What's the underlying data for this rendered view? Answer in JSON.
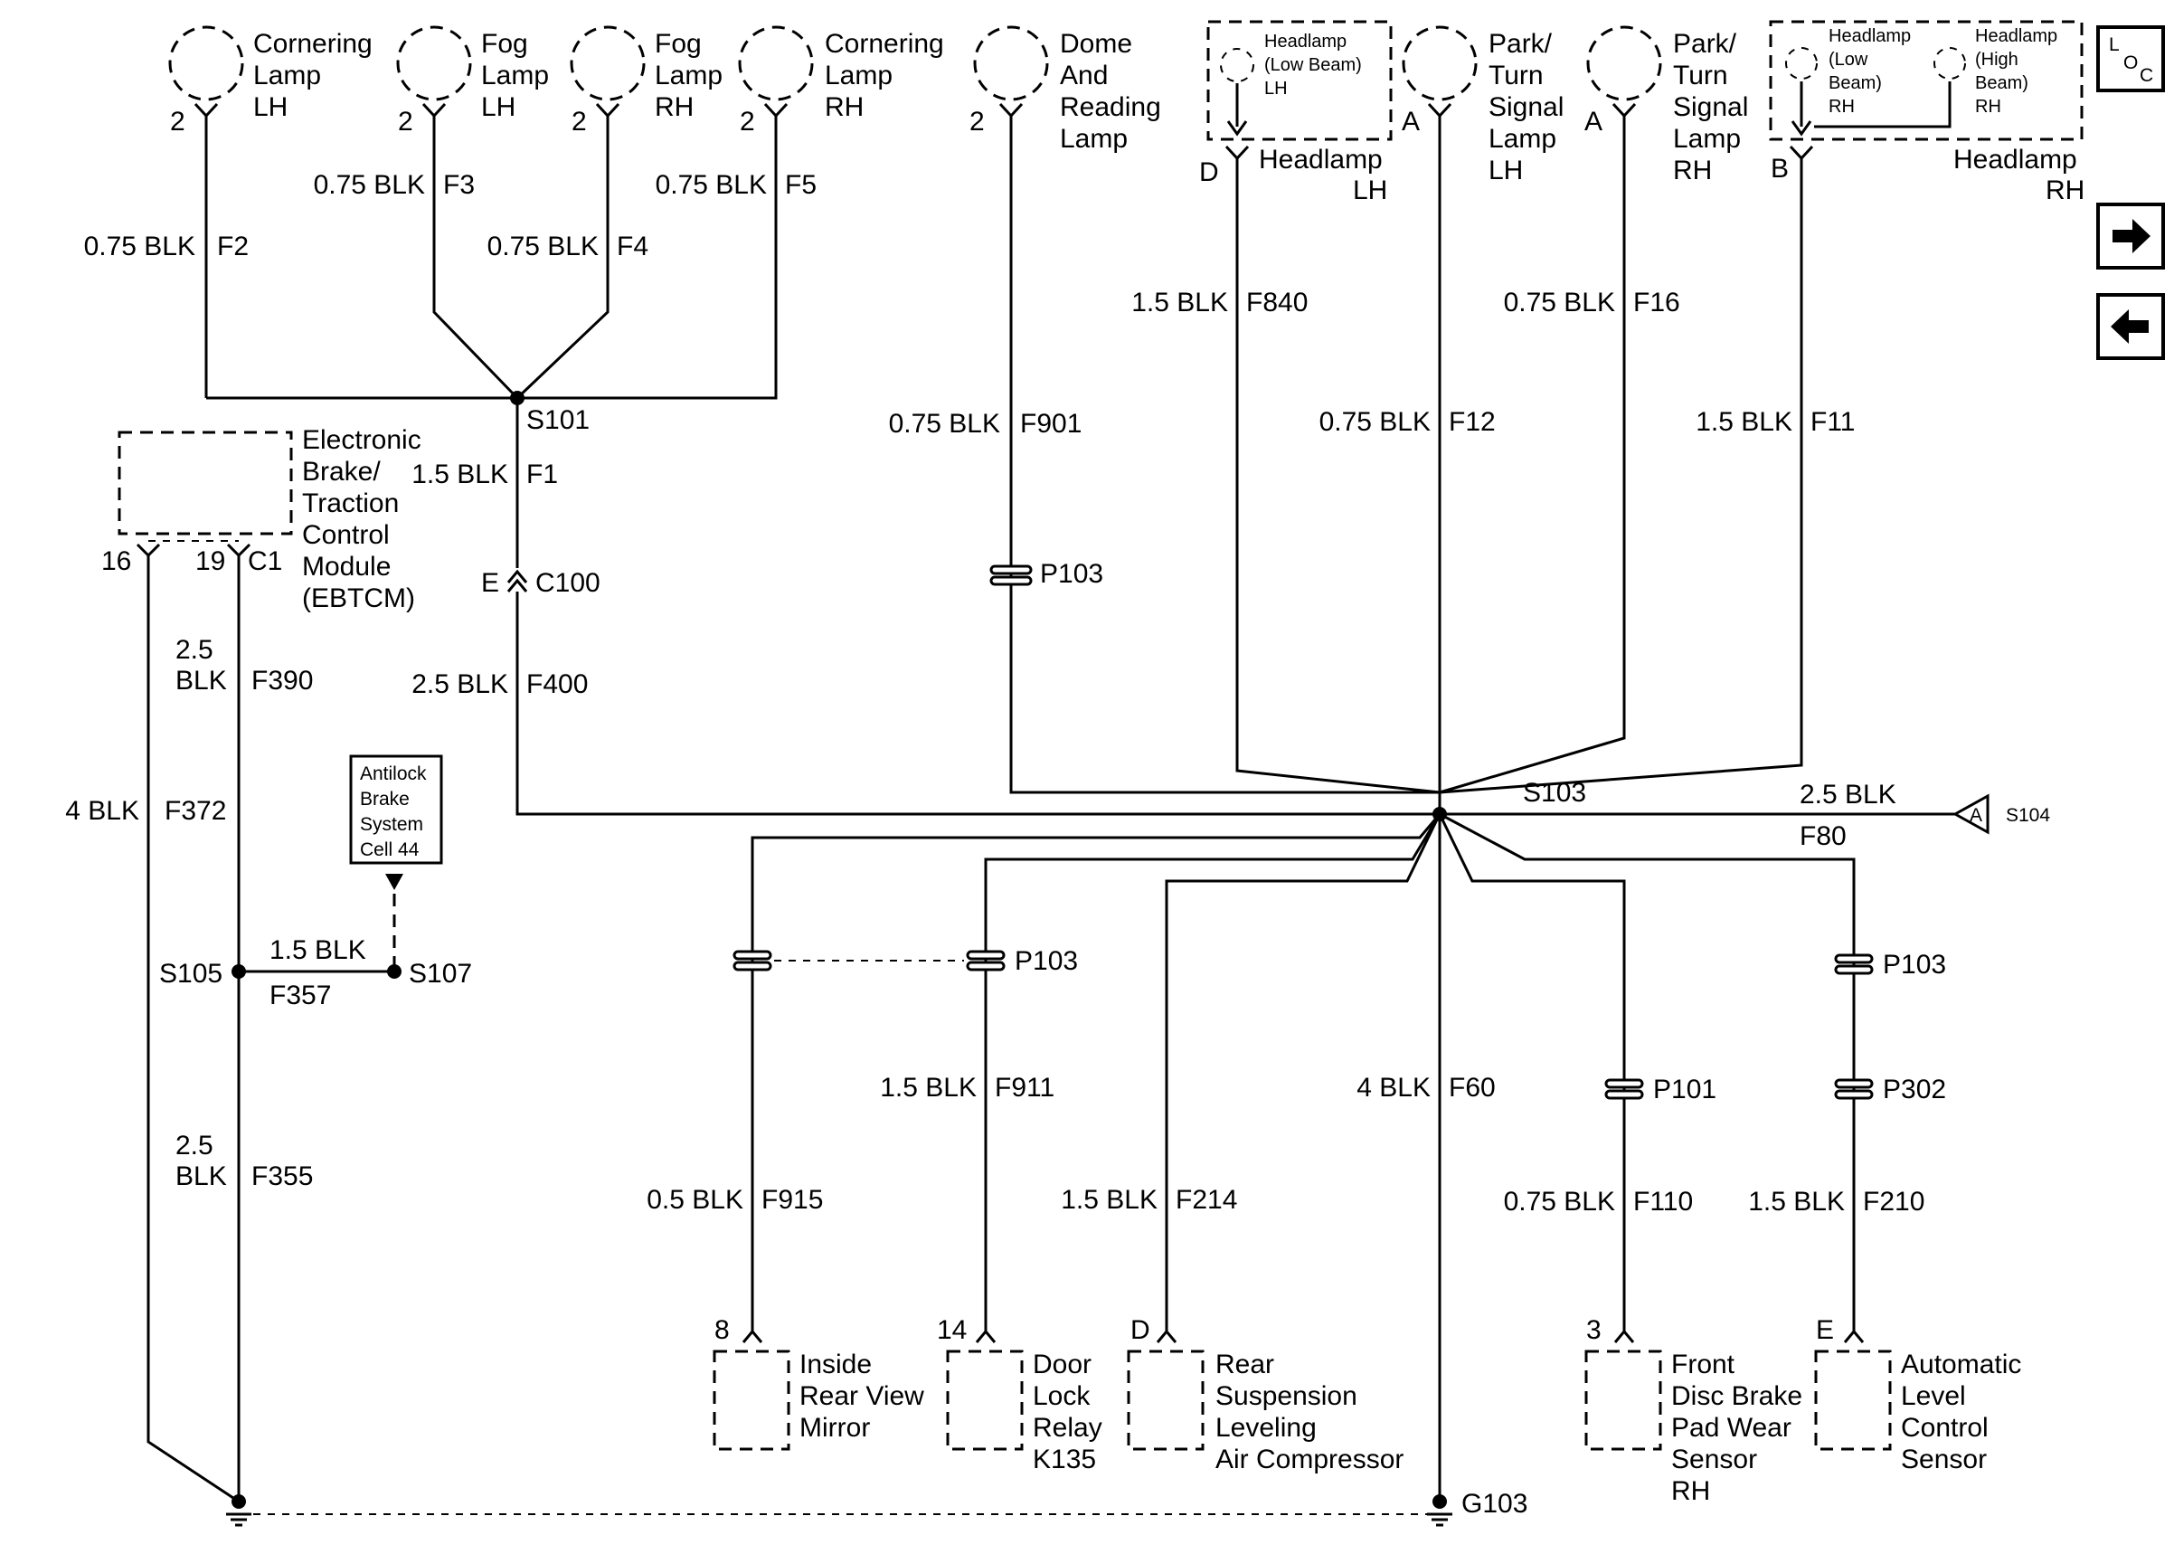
{
  "components": {
    "cornering_lh": [
      "Cornering",
      "Lamp",
      "LH"
    ],
    "fog_lh": [
      "Fog",
      "Lamp",
      "LH"
    ],
    "fog_rh": [
      "Fog",
      "Lamp",
      "RH"
    ],
    "cornering_rh": [
      "Cornering",
      "Lamp",
      "RH"
    ],
    "dome": [
      "Dome",
      "And",
      "Reading",
      "Lamp"
    ],
    "headlamp_lh_inner": [
      "Headlamp",
      "(Low Beam)",
      "LH"
    ],
    "headlamp_lh_label": [
      "Headlamp",
      "LH"
    ],
    "park_lh": [
      "Park/",
      "Turn",
      "Signal",
      "Lamp",
      "LH"
    ],
    "park_rh": [
      "Park/",
      "Turn",
      "Signal",
      "Lamp",
      "RH"
    ],
    "headlamp_rh_low": [
      "Headlamp",
      "(Low",
      "Beam)",
      "RH"
    ],
    "headlamp_rh_high": [
      "Headlamp",
      "(High",
      "Beam)",
      "RH"
    ],
    "headlamp_rh_label": [
      "Headlamp",
      "RH"
    ],
    "ebtcm": [
      "Electronic",
      "Brake/",
      "Traction",
      "Control",
      "Module",
      "(EBTCM)"
    ],
    "antilock": [
      "Antilock",
      "Brake",
      "System",
      "Cell 44"
    ],
    "mirror": [
      "Inside",
      "Rear View",
      "Mirror"
    ],
    "door_lock": [
      "Door",
      "Lock",
      "Relay",
      "K135"
    ],
    "rear_susp": [
      "Rear",
      "Suspension",
      "Leveling",
      "Air Compressor"
    ],
    "disc_brake": [
      "Front",
      "Disc Brake",
      "Pad Wear",
      "Sensor",
      "RH"
    ],
    "level_ctrl": [
      "Automatic",
      "Level",
      "Control",
      "Sensor"
    ]
  },
  "pins": {
    "cornering_lh": "2",
    "fog_lh": "2",
    "fog_rh": "2",
    "cornering_rh": "2",
    "dome": "2",
    "headlamp_lh": "D",
    "park_lh": "A",
    "park_rh": "A",
    "headlamp_rh": "B",
    "ebtcm_a": "16",
    "ebtcm_b": "19",
    "ebtcm_conn": "C1",
    "c100_pin": "E",
    "mirror": "8",
    "door_lock": "14",
    "rear_susp": "D",
    "disc_brake": "3",
    "level_ctrl": "E",
    "s104_pin": "A"
  },
  "wires": {
    "f2": {
      "size": "0.75 BLK",
      "id": "F2"
    },
    "f3": {
      "size": "0.75 BLK",
      "id": "F3"
    },
    "f4": {
      "size": "0.75 BLK",
      "id": "F4"
    },
    "f5": {
      "size": "0.75 BLK",
      "id": "F5"
    },
    "f1": {
      "size": "1.5 BLK",
      "id": "F1"
    },
    "f400": {
      "size": "2.5 BLK",
      "id": "F400"
    },
    "f901": {
      "size": "0.75 BLK",
      "id": "F901"
    },
    "f840": {
      "size": "1.5 BLK",
      "id": "F840"
    },
    "f12": {
      "size": "0.75 BLK",
      "id": "F12"
    },
    "f16": {
      "size": "0.75 BLK",
      "id": "F16"
    },
    "f11": {
      "size": "1.5 BLK",
      "id": "F11"
    },
    "f390": {
      "size_top": "2.5",
      "size_bottom": "BLK",
      "id": "F390"
    },
    "f372": {
      "size": "4 BLK",
      "id": "F372"
    },
    "f357": {
      "size": "1.5 BLK",
      "id": "F357"
    },
    "f355": {
      "size_top": "2.5",
      "size_bottom": "BLK",
      "id": "F355"
    },
    "f80": {
      "size": "2.5 BLK",
      "id": "F80"
    },
    "f911": {
      "size": "1.5 BLK",
      "id": "F911"
    },
    "f915": {
      "size": "0.5 BLK",
      "id": "F915"
    },
    "f214": {
      "size": "1.5 BLK",
      "id": "F214"
    },
    "f60": {
      "size": "4 BLK",
      "id": "F60"
    },
    "f110": {
      "size": "0.75 BLK",
      "id": "F110"
    },
    "f210": {
      "size": "1.5 BLK",
      "id": "F210"
    }
  },
  "splices": {
    "s101": "S101",
    "s103": "S103",
    "s104": "S104",
    "s105": "S105",
    "s107": "S107",
    "c100": "C100",
    "g103": "G103",
    "p103_dome": "P103",
    "p103_door": "P103",
    "p103_level": "P103",
    "p101": "P101",
    "p302": "P302"
  },
  "nav": {
    "loc_top": "L",
    "loc_sub": "O",
    "loc_sub2": "C",
    "next_glyph": "➡",
    "prev_glyph": "⬅"
  }
}
